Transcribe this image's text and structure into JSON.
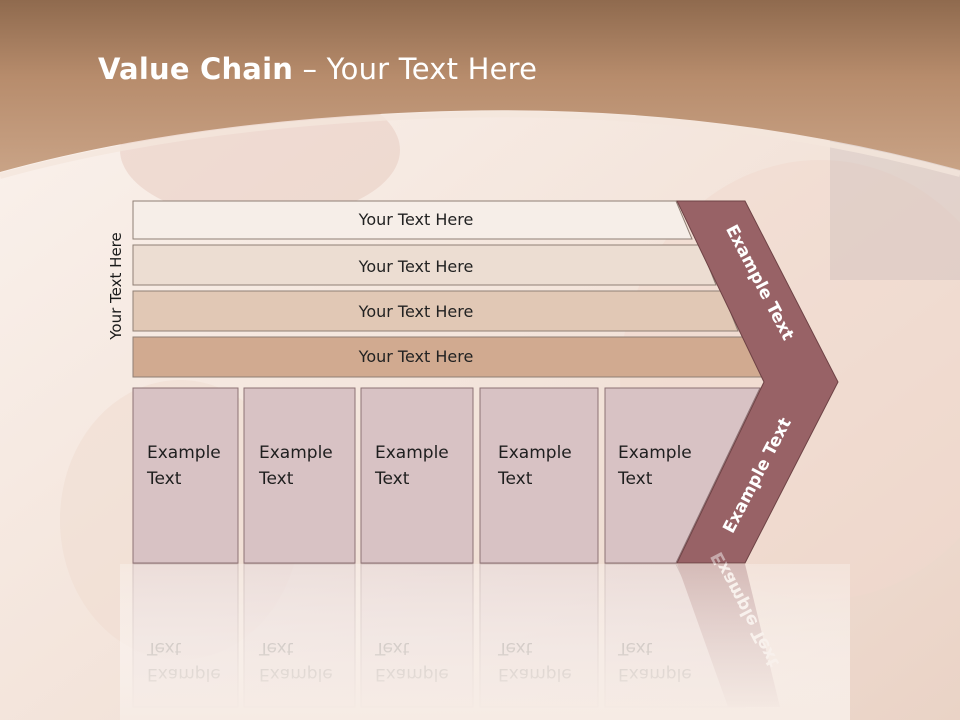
{
  "title": {
    "bold": "Value Chain",
    "rest": " – Your Text Here"
  },
  "side_label": "Your Text Here",
  "support_rows": [
    "Your Text Here",
    "Your Text Here",
    "Your Text Here",
    "Your Text Here"
  ],
  "primary_boxes": [
    [
      "Example",
      "Text"
    ],
    [
      "Example",
      "Text"
    ],
    [
      "Example",
      "Text"
    ],
    [
      "Example",
      "Text"
    ],
    [
      "Example",
      "Text"
    ]
  ],
  "chevron_labels": {
    "upper": "Example Text",
    "lower": "Example Text"
  },
  "colors": {
    "header": "#a97b5b",
    "row_fills": [
      "#f6eee8",
      "#ecddd2",
      "#e1c8b5",
      "#d1aa90"
    ],
    "box_fill": "#d8c2c4",
    "box_stroke": "#8d7275",
    "chevron_fill": "#986266",
    "chevron_stroke": "#6e4245"
  }
}
